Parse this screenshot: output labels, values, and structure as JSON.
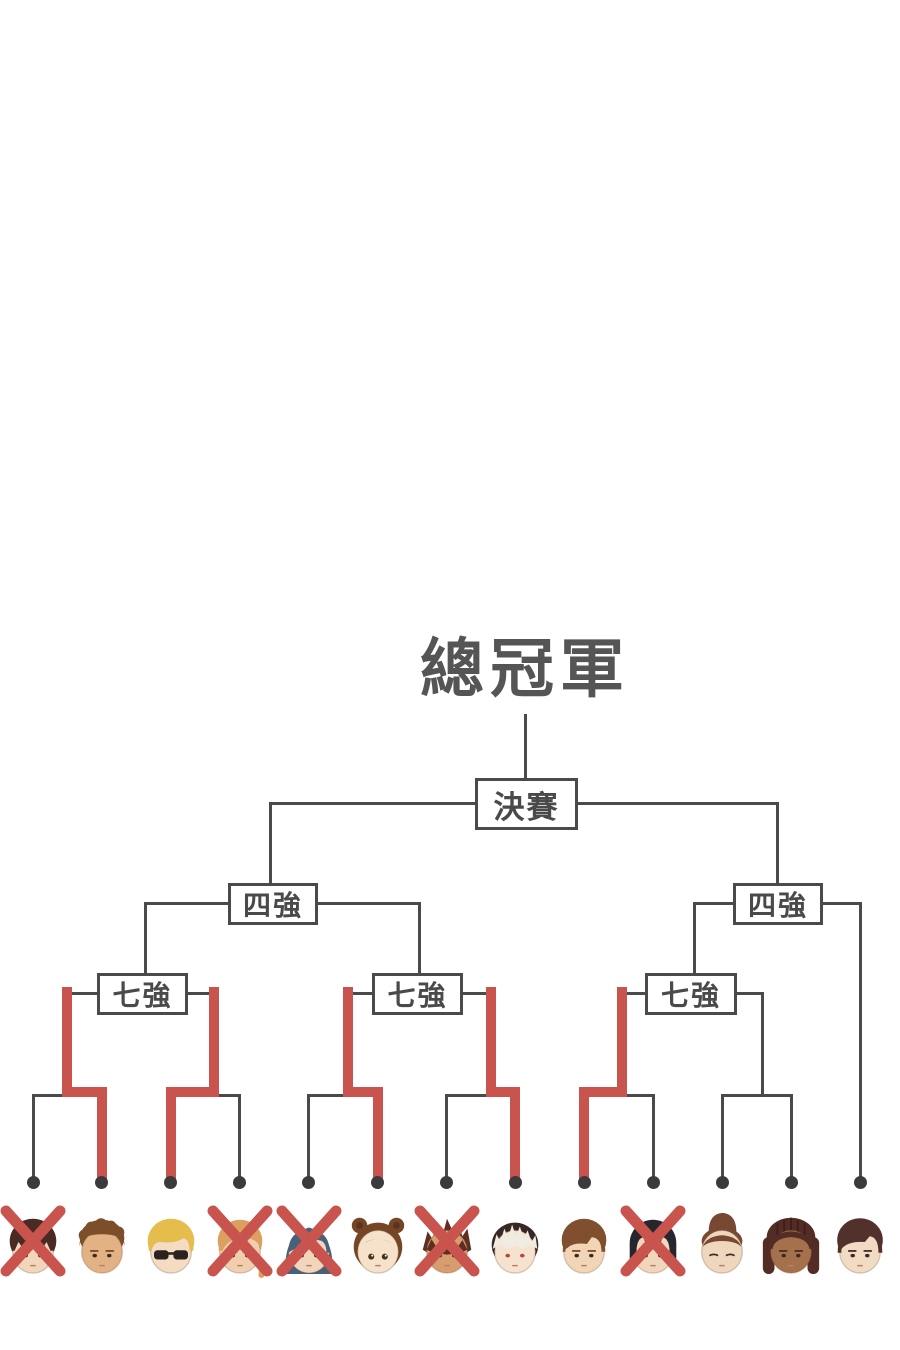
{
  "page": {
    "background": "#ffffff"
  },
  "title": {
    "champion_label": "總冠軍"
  },
  "labels": {
    "final": "決賽",
    "semifinal": "四強",
    "quarterfinal": "七強"
  },
  "colors": {
    "bracket_line": "#4a4a4a",
    "winner_path": "#c9544e",
    "elimination_x": "#c9544e",
    "node_dot": "#3b3b3b",
    "box_background": "#ffffff",
    "title_text": "#555555",
    "label_text": "#4a4a4a"
  },
  "bracket": {
    "champion_slot": "總冠軍",
    "final_box": "決賽",
    "semifinal_boxes": [
      "四強",
      "四強"
    ],
    "quarterfinal_boxes": [
      "七強",
      "七強",
      "七強"
    ],
    "pairs": [
      {
        "contestants": [
          1,
          2
        ],
        "winner": 2
      },
      {
        "contestants": [
          3,
          4
        ],
        "winner": 3
      },
      {
        "contestants": [
          5,
          6
        ],
        "winner": 6
      },
      {
        "contestants": [
          7,
          8
        ],
        "winner": 8
      },
      {
        "contestants": [
          9,
          10
        ],
        "winner": 9
      },
      {
        "contestants": [
          11,
          12
        ],
        "winner": null
      },
      {
        "contestants": [
          13
        ],
        "winner": null,
        "bye_to": "四強"
      }
    ]
  },
  "contestants": [
    {
      "id": 1,
      "icon": "avatar-dark-messy-hair-icon",
      "style": "messy",
      "hair": "#4a2b24",
      "skin": "#f1d6bc",
      "eyes": "dot",
      "status": "eliminated"
    },
    {
      "id": 2,
      "icon": "avatar-brown-crop-hair-icon",
      "style": "crop",
      "hair": "#7d4e2a",
      "skin": "#e2b184",
      "eyes": "dot",
      "status": "advanced"
    },
    {
      "id": 3,
      "icon": "avatar-blonde-sunglasses-icon",
      "style": "blonde",
      "hair": "#e4bd4d",
      "skin": "#f4dcc2",
      "eyes": "none",
      "status": "advanced"
    },
    {
      "id": 4,
      "icon": "avatar-orange-braid-hair-icon",
      "style": "braid",
      "hair": "#dd9f5e",
      "skin": "#f1cfae",
      "eyes": "dot",
      "status": "eliminated"
    },
    {
      "id": 5,
      "icon": "avatar-long-blue-hair-icon",
      "style": "long",
      "hair": "#47617c",
      "skin": "#f1d6bc",
      "eyes": "dot",
      "status": "eliminated"
    },
    {
      "id": 6,
      "icon": "avatar-bear-ear-hood-icon",
      "style": "hood",
      "hair": "#754526",
      "skin": "#f6e2ca",
      "eyes": "big",
      "status": "advanced"
    },
    {
      "id": 7,
      "icon": "avatar-dark-spiky-hair-icon",
      "style": "spiky",
      "hair": "#5f2e22",
      "skin": "#d69d6e",
      "eyes": "dot",
      "status": "eliminated"
    },
    {
      "id": 8,
      "icon": "avatar-white-spiky-hair-icon",
      "style": "whitespiky",
      "hair": "#f1ece2",
      "hair2": "#372725",
      "skin": "#f5e2cf",
      "eyes": "red",
      "status": "advanced"
    },
    {
      "id": 9,
      "icon": "avatar-brown-bowl-hair-icon",
      "style": "bowl",
      "hair": "#7f4f2e",
      "skin": "#f1d5b6",
      "eyes": "dot",
      "status": "advanced"
    },
    {
      "id": 10,
      "icon": "avatar-black-curtain-hair-icon",
      "style": "curtain",
      "hair": "#26262e",
      "skin": "#f1d6bc",
      "eyes": "dot",
      "status": "eliminated"
    },
    {
      "id": 11,
      "icon": "avatar-pompadour-hair-icon",
      "style": "pomp",
      "hair": "#774832",
      "skin": "#efd7bd",
      "eyes": "squint",
      "status": "pending"
    },
    {
      "id": 12,
      "icon": "avatar-dreadlocks-icon",
      "style": "dread",
      "hair": "#532d25",
      "skin": "#a5714c",
      "eyes": "dot",
      "status": "pending"
    },
    {
      "id": 13,
      "icon": "avatar-dark-bob-hair-icon",
      "style": "bowl2",
      "hair": "#52302b",
      "skin": "#f1dbc3",
      "eyes": "dot",
      "status": "pending"
    }
  ]
}
